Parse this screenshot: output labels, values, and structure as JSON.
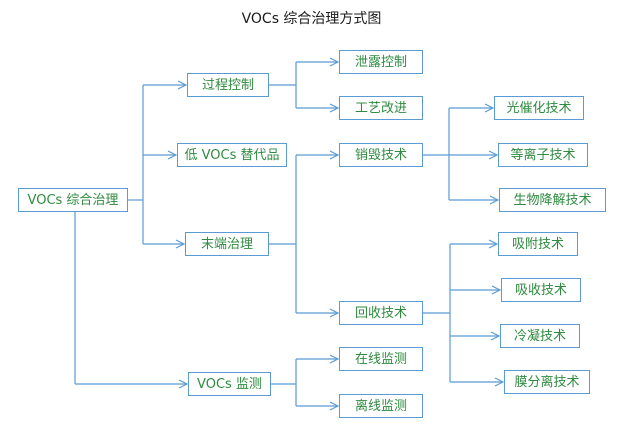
{
  "title": "VOCs 综合治理方式图",
  "colors": {
    "line": "#5b9bd5",
    "text": "#2e8b3f"
  },
  "nodes": {
    "root": "VOCs 综合治理",
    "process_control": "过程控制",
    "leak_control": "泄露控制",
    "process_improvement": "工艺改进",
    "low_voc_substitutes": "低 VOCs 替代品",
    "end_treatment": "末端治理",
    "destruction_tech": "销毁技术",
    "photocatalysis": "光催化技术",
    "plasma": "等离子技术",
    "bio_degradation": "生物降解技术",
    "recovery_tech": "回收技术",
    "adsorption": "吸附技术",
    "absorption": "吸收技术",
    "condensation": "冷凝技术",
    "membrane_separation": "膜分离技术",
    "voc_monitoring": "VOCs 监测",
    "online_monitoring": "在线监测",
    "offline_monitoring": "离线监测"
  }
}
